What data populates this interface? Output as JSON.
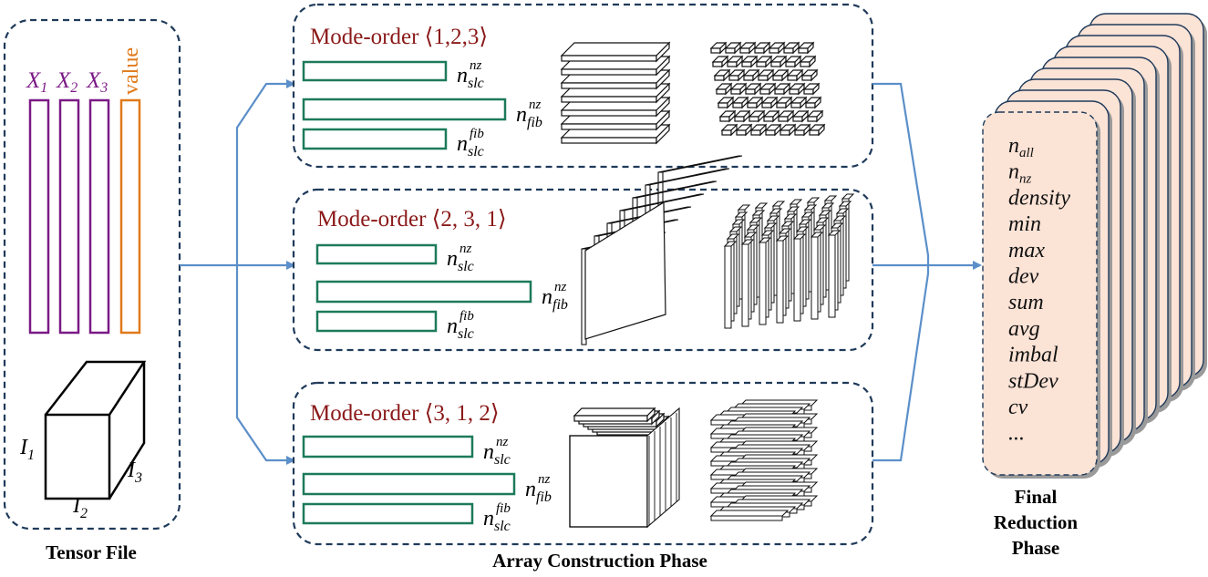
{
  "tensor_file": {
    "caption": "Tensor File",
    "columns": [
      {
        "main": "X",
        "sub": "1",
        "color": "#7b1a86"
      },
      {
        "main": "X",
        "sub": "2",
        "color": "#7b1a86"
      },
      {
        "main": "X",
        "sub": "3",
        "color": "#7b1a86"
      },
      {
        "main": "value",
        "sub": "",
        "color": "#e07a1a"
      }
    ],
    "cube_labels": {
      "i1": {
        "main": "I",
        "sub": "1"
      },
      "i2": {
        "main": "I",
        "sub": "2"
      },
      "i3": {
        "main": "I",
        "sub": "3"
      }
    }
  },
  "array_construction": {
    "caption": "Array Construction Phase",
    "modes": [
      {
        "title": "Mode-order ⟨1,2,3⟩",
        "arrays": [
          {
            "sup": "nz",
            "sub": "slc",
            "length": 0.48
          },
          {
            "sup": "nz",
            "sub": "fib",
            "length": 0.68
          },
          {
            "sup": "fib",
            "sub": "slc",
            "length": 0.48
          }
        ]
      },
      {
        "title": "Mode-order ⟨2, 3, 1⟩",
        "arrays": [
          {
            "sup": "nz",
            "sub": "slc",
            "length": 0.4
          },
          {
            "sup": "nz",
            "sub": "fib",
            "length": 0.72
          },
          {
            "sup": "fib",
            "sub": "slc",
            "length": 0.4
          }
        ]
      },
      {
        "title": "Mode-order ⟨3, 1, 2⟩",
        "arrays": [
          {
            "sup": "nz",
            "sub": "slc",
            "length": 0.57
          },
          {
            "sup": "nz",
            "sub": "fib",
            "length": 0.71
          },
          {
            "sup": "fib",
            "sub": "slc",
            "length": 0.57
          }
        ]
      }
    ]
  },
  "final_reduction": {
    "caption_lines": [
      "Final",
      "Reduction",
      "Phase"
    ],
    "stats": [
      {
        "main": "n",
        "sub": "all"
      },
      {
        "main": "n",
        "sub": "nz"
      },
      {
        "main": "density",
        "sub": ""
      },
      {
        "main": "min",
        "sub": ""
      },
      {
        "main": "max",
        "sub": ""
      },
      {
        "main": "dev",
        "sub": ""
      },
      {
        "main": "sum",
        "sub": ""
      },
      {
        "main": "avg",
        "sub": ""
      },
      {
        "main": "imbal",
        "sub": ""
      },
      {
        "main": "stDev",
        "sub": ""
      },
      {
        "main": "cv",
        "sub": ""
      },
      {
        "main": "...",
        "sub": ""
      }
    ]
  },
  "colors": {
    "box_border": "#1f3a5a",
    "arrow": "#5b8fc9",
    "array_bar": "#1d7a5a",
    "mode_title": "#8b1a1a",
    "stack_fill": "#fbe3d6",
    "stack_shadow": "#9a9a9a"
  }
}
